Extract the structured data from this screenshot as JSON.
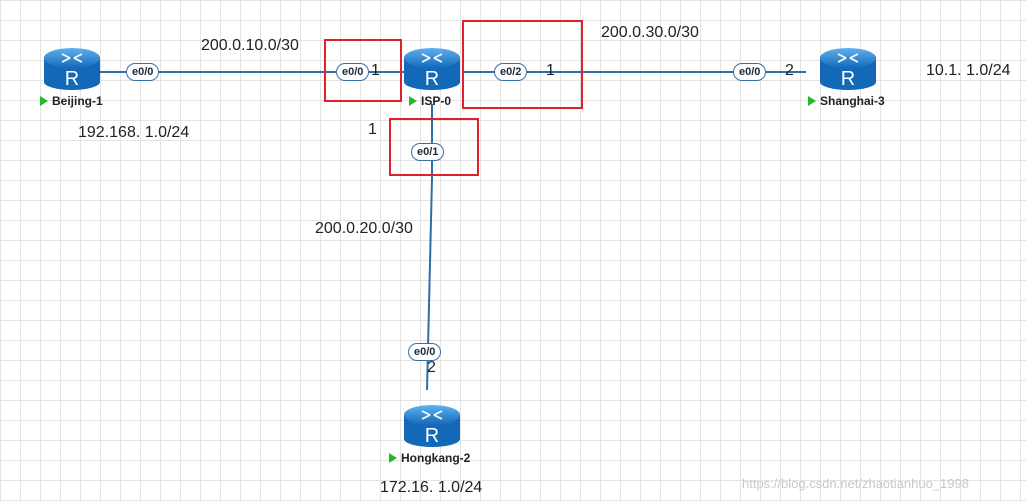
{
  "devices": [
    {
      "id": "beijing",
      "name": "Beijing-1",
      "lan": "192.168. 1.0/24"
    },
    {
      "id": "isp",
      "name": "ISP-0",
      "lan": ""
    },
    {
      "id": "shanghai",
      "name": "Shanghai-3",
      "lan": "10.1. 1.0/24"
    },
    {
      "id": "hongkang",
      "name": "Hongkang-2",
      "lan": "172.16. 1.0/24"
    }
  ],
  "router_glyph": "R",
  "links": [
    {
      "network": "200.0.10.0/30",
      "a_port": "e0/0",
      "b_port": "e0/0",
      "a_host": "",
      "b_host": "1"
    },
    {
      "network": "200.0.30.0/30",
      "a_port": "e0/2",
      "b_port": "e0/0",
      "a_host": "1",
      "b_host": "2"
    },
    {
      "network": "200.0.20.0/30",
      "a_port": "e0/1",
      "b_port": "e0/0",
      "a_host": "1",
      "b_host": "2"
    }
  ],
  "watermark": "https://blog.csdn.net/zhaotianhuo_1998",
  "colors": {
    "link": "#2f6fa6",
    "highlight": "#e0202a",
    "router_body": "#1f7fcf",
    "status": "#2bb52b"
  },
  "icons": {
    "router": "router-icon",
    "status": "play-arrow-icon"
  }
}
